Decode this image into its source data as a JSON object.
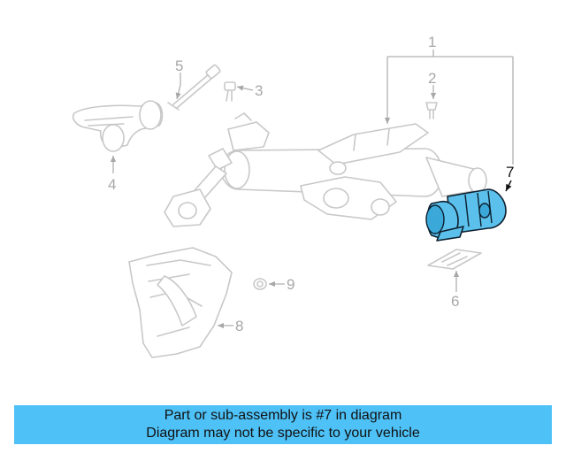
{
  "callouts": {
    "c1": "1",
    "c2": "2",
    "c3": "3",
    "c4": "4",
    "c5": "5",
    "c6": "6",
    "c7": "7",
    "c8": "8",
    "c9": "9"
  },
  "highlight_color": "#5bc0eb",
  "caption": {
    "line1": "Part or sub-assembly is #7 in diagram",
    "line2": "Diagram may not be specific to your vehicle",
    "background": "#4ec1f7"
  }
}
